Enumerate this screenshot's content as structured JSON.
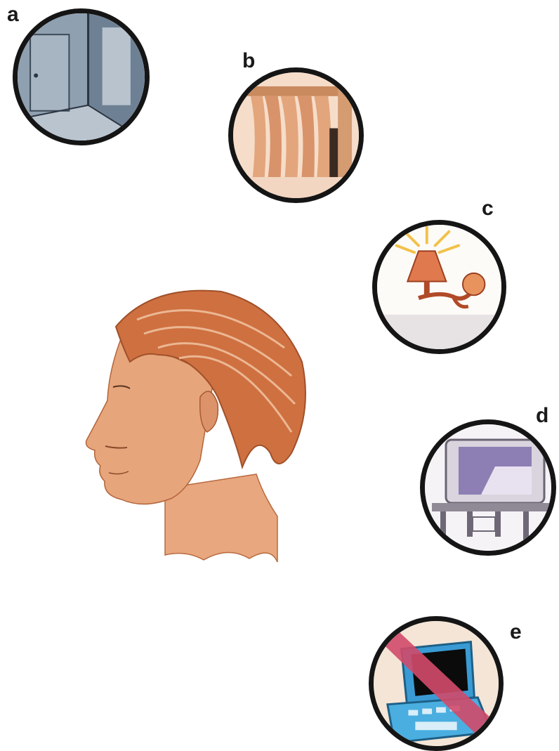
{
  "labels": {
    "a": "a",
    "b": "b",
    "c": "c",
    "d": "d",
    "e": "e"
  },
  "illustrations": {
    "a": "room-corner-with-door",
    "b": "curtains",
    "c": "wall-lamp",
    "d": "television-on-stand",
    "e": "laptop-crossed-out"
  },
  "colors": {
    "outline": "#151515",
    "skin": "#e3a076",
    "hair": "#c96a3a",
    "prohibition": "#d24a6a"
  }
}
